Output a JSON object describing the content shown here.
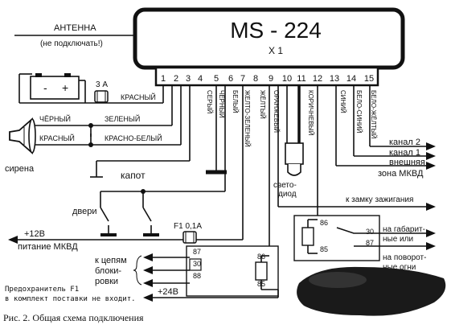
{
  "unit": {
    "model": "MS - 224",
    "connector": "X 1",
    "pins": [
      "1",
      "2",
      "3",
      "4",
      "5",
      "6",
      "7",
      "8",
      "9",
      "10",
      "11",
      "12",
      "13",
      "14",
      "15"
    ]
  },
  "antenna": {
    "label": "АНТЕННА",
    "note": "(не подключать!)"
  },
  "fuse_main": "3 А",
  "fuse_f1": "F1  0,1А",
  "battery": {
    "minus": "-",
    "plus": "+"
  },
  "wires": {
    "red": "КРАСНЫЙ",
    "black": "ЧЁРНЫЙ",
    "green": "ЗЕЛЕНЫЙ",
    "red2": "КРАСНЫЙ",
    "red_white": "КРАСНО-БЕЛЫЙ",
    "grey": "СЕРЫЙ",
    "black_v": "ЧЁРНЫЙ",
    "white": "БЕЛЫЙ",
    "yellow_green": "ЖЕЛТО-ЗЕЛЕНЫЙ",
    "yellow": "ЖЁЛТЫЙ",
    "orange": "ОРАНЖЕВЫЙ",
    "brown": "КОРИЧНЕВЫЙ",
    "blue": "СИНИЙ",
    "white_blue": "БЕЛО-СИНИЙ",
    "white_yellow": "БЕЛО-ЖЁЛТЫЙ"
  },
  "labels": {
    "siren": "сирена",
    "hood": "капот",
    "doors": "двери",
    "led_1": "свето-",
    "led_2": "диод",
    "ch2": "канал 2",
    "ch1": "канал 1",
    "ext_1": "внешняя",
    "ext_2": "зона МКВД",
    "ignition": "к замку зажигания",
    "plus12": "+12В",
    "mkvd_power": "питание МКВД",
    "lock_1": "к цепям",
    "lock_2": "блоки-",
    "lock_3": "ровки",
    "plus24": "+24В",
    "marker_1": "на габарит-",
    "marker_2": "ные или",
    "turn_1": "на поворот-",
    "turn_2": "ные огни",
    "note_1": "Предохранитель F1",
    "note_2": "в комплект поставки не входит.",
    "caption": "Рис. 2. Общая схема подключения"
  },
  "relay_top": {
    "p86": "86",
    "p30": "30",
    "p87": "87",
    "p85": "85"
  },
  "relay_bottom": {
    "p87": "87",
    "p30": "30",
    "p88": "88",
    "p86": "86",
    "p85": "85"
  }
}
